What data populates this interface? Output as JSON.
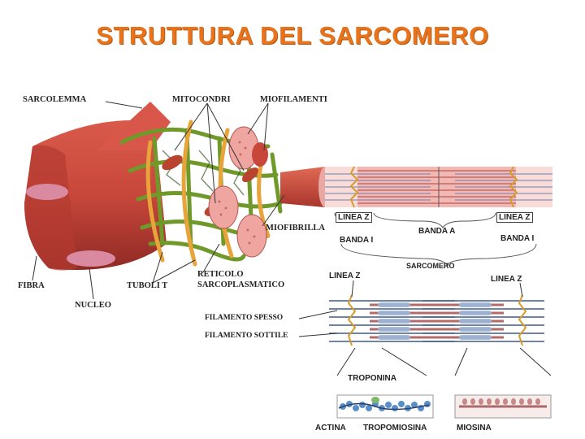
{
  "title": "STRUTTURA DEL SARCOMERO",
  "labels": {
    "sarcolemma": "SARCOLEMMA",
    "mitocondri": "MITOCONDRI",
    "miofilamenti": "MIOFILAMENTI",
    "miofibrilla": "MIOFIBRILLA",
    "fibra": "FIBRA",
    "nucleo": "NUCLEO",
    "tubuli_t": "TUBOLI T",
    "reticolo_1": "RETICOLO",
    "reticolo_2": "SARCOPLASMATICO",
    "linea_z_left": "LINEA Z",
    "linea_z_right": "LINEA Z",
    "banda_a": "BANDA A",
    "banda_i_left": "BANDA I",
    "banda_i_right": "BANDA I",
    "sarcomero": "SARCOMERO",
    "linea_z_bottom_left": "LINEA Z",
    "linea_z_bottom_right": "LINEA Z",
    "filamento_spesso": "FILAMENTO SPESSO",
    "filamento_sottile": "FILAMENTO SOTTILE",
    "troponina": "TROPONINA",
    "actina": "ACTINA",
    "tropomiosina": "TROPOMIOSINA",
    "miosina": "MIOSINA"
  },
  "colors": {
    "title": "#e8731c",
    "muscle": "#c8473b",
    "muscle_dark": "#9e2e28",
    "reticulum": "#6f9a2a",
    "tubule": "#e8a33a",
    "band_pink": "#f2b9b4",
    "filament_blue": "#3e5a8a",
    "actin": "#5b8ec8"
  }
}
